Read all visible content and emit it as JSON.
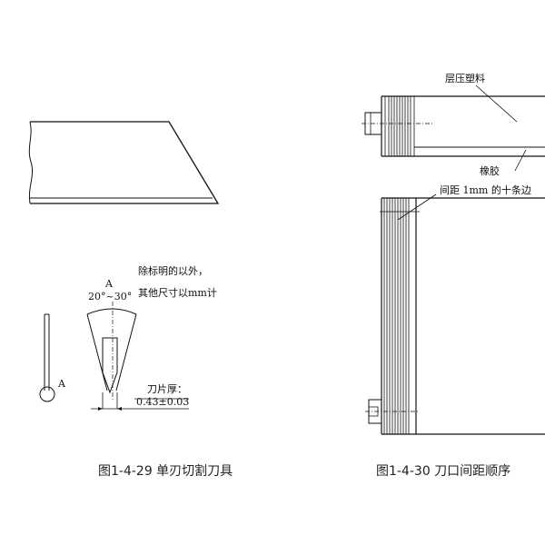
{
  "left_figure": {
    "caption": "图1-4-29  单刃切割刀具",
    "note_line1": "除标明的以外，",
    "note_line2": "其他尺寸以mm计",
    "angle_label": "20°~30°",
    "view_label_top": "A",
    "view_label_side": "A",
    "thickness_label": "刀片厚：",
    "thickness_value": "0.43±0.03"
  },
  "right_figure": {
    "caption": "图1-4-30  刀口间距顺序",
    "label_laminate": "层压塑料",
    "label_rubber": "橡胶",
    "label_spacing": "间距 1mm 的十条边"
  }
}
